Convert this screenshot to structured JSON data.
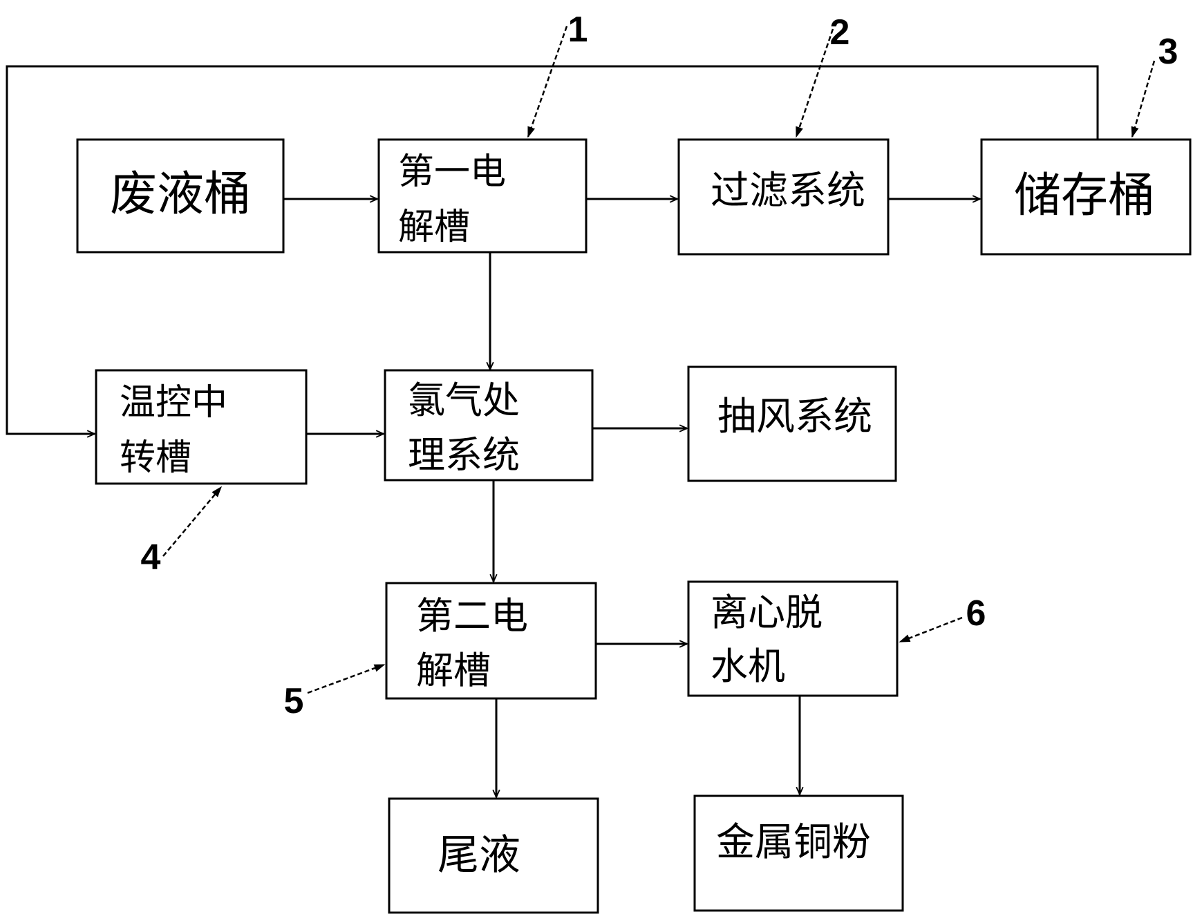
{
  "boxes": {
    "waste_bucket": {
      "lines": [
        "废液桶"
      ]
    },
    "first_electrolysis": {
      "lines": [
        "第一电",
        "解槽"
      ]
    },
    "filter_system": {
      "lines": [
        "过滤系统"
      ]
    },
    "storage_bucket": {
      "lines": [
        "储存桶"
      ]
    },
    "temp_transfer": {
      "lines": [
        "温控中",
        "转槽"
      ]
    },
    "chlorine_treatment": {
      "lines": [
        "氯气处",
        "理系统"
      ]
    },
    "exhaust_system": {
      "lines": [
        "抽风系统"
      ]
    },
    "second_electrolysis": {
      "lines": [
        "第二电",
        "解槽"
      ]
    },
    "centrifuge": {
      "lines": [
        "离心脱",
        "水机"
      ]
    },
    "tail_liquid": {
      "lines": [
        "尾液"
      ]
    },
    "copper_powder": {
      "lines": [
        "金属铜粉"
      ]
    }
  },
  "callouts": {
    "c1": "1",
    "c2": "2",
    "c3": "3",
    "c4": "4",
    "c5": "5",
    "c6": "6"
  }
}
